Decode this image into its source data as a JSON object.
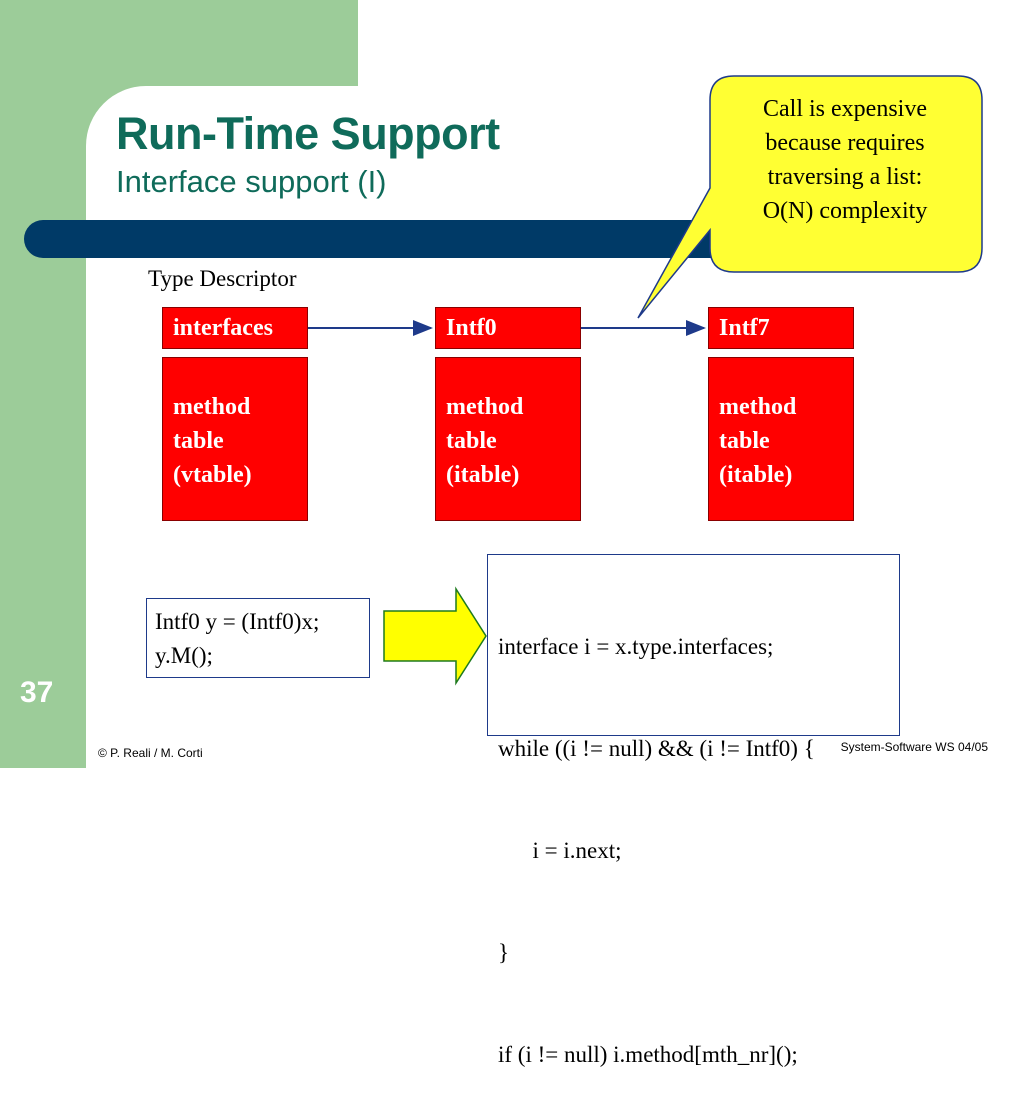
{
  "slide": {
    "title": "Run-Time Support",
    "subtitle": "Interface support (I)",
    "page_number": "37",
    "footer_left": "© P. Reali / M. Corti",
    "footer_right": "System-Software WS 04/05"
  },
  "diagram": {
    "type_descriptor_label": "Type Descriptor",
    "columns": [
      {
        "head": "interfaces",
        "body": [
          "method",
          "table",
          "(vtable)"
        ]
      },
      {
        "head": "Intf0",
        "body": [
          "method",
          "table",
          "(itable)"
        ]
      },
      {
        "head": "Intf7",
        "body": [
          "method",
          "table",
          "(itable)"
        ]
      }
    ]
  },
  "callout": {
    "lines": [
      "Call is expensive",
      "because requires",
      "traversing a list:",
      "O(N) complexity"
    ]
  },
  "source_code": {
    "lines": [
      "Intf0 y = (Intf0)x;",
      "y.M();"
    ]
  },
  "compiled_code": {
    "lines": [
      "interface i = x.type.interfaces;",
      "while ((i != null) && (i != Intf0) {",
      "      i = i.next;",
      "}",
      "if (i != null) i.method[mth_nr]();"
    ]
  },
  "colors": {
    "green_bg": "#9ccc99",
    "title_teal": "#0f6b5a",
    "bar_navy": "#003a67",
    "box_red": "#ff0000",
    "callout_yellow": "#ffff33",
    "arrow_yellow": "#ffff00"
  }
}
